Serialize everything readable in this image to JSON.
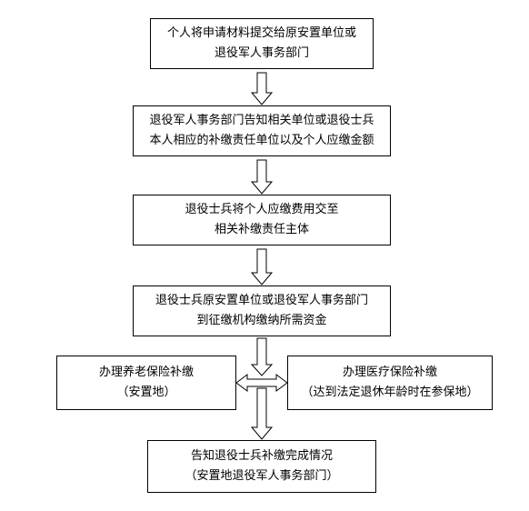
{
  "steps": [
    {
      "line1": "个人将申请材料提交给原安置单位或",
      "line2": "退役军人事务部门"
    },
    {
      "line1": "退役军人事务部门告知相关单位或退役士兵",
      "line2": "本人相应的补缴责任单位以及个人应缴金额"
    },
    {
      "line1": "退役士兵将个人应缴费用交至",
      "line2": "相关补缴责任主体"
    },
    {
      "line1": "退役士兵原安置单位或退役军人事务部门",
      "line2": "到征缴机构缴纳所需资金"
    }
  ],
  "side_left": {
    "line1": "办理养老保险补缴",
    "line2": "（安置地）"
  },
  "side_right": {
    "line1": "办理医疗保险补缴",
    "line2": "（达到法定退休年龄时在参保地）"
  },
  "final": {
    "line1": "告知退役士兵补缴完成情况",
    "line2": "（安置地退役军人事务部门）"
  }
}
